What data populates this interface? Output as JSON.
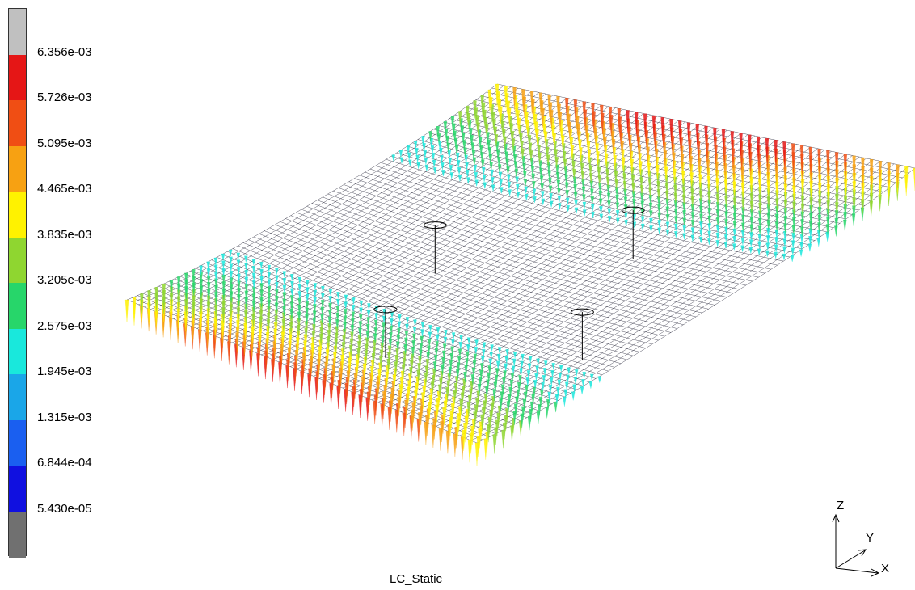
{
  "legend": {
    "bands": [
      {
        "color": "#c0c0c0"
      },
      {
        "color": "#e51616",
        "label": "6.356e-03"
      },
      {
        "color": "#f04e14",
        "label": "5.726e-03"
      },
      {
        "color": "#f7a112",
        "label": "5.095e-03"
      },
      {
        "color": "#fff200",
        "label": "4.465e-03"
      },
      {
        "color": "#8fd630",
        "label": "3.835e-03"
      },
      {
        "color": "#27d66a",
        "label": "3.205e-03"
      },
      {
        "color": "#19e8dc",
        "label": "2.575e-03"
      },
      {
        "color": "#1aa6e8",
        "label": "1.945e-03"
      },
      {
        "color": "#1a5ff0",
        "label": "1.315e-03"
      },
      {
        "color": "#1010e0",
        "label": "6.844e-04"
      },
      {
        "color": "#707070",
        "label": "5.430e-05"
      }
    ]
  },
  "triad": {
    "z": "Z",
    "y": "Y",
    "x": "X"
  },
  "caption": "LC_Static",
  "model": {
    "description_free": true,
    "colors": {
      "wire": "#1a1a2e",
      "high": "#e51616",
      "low": "#19e8dc"
    }
  }
}
